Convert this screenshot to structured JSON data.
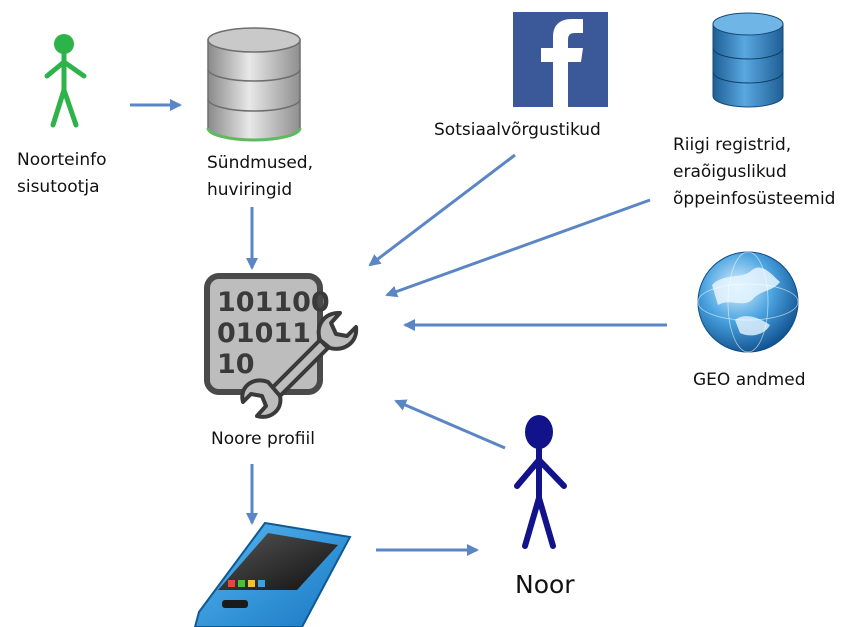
{
  "nodes": {
    "content_producer": {
      "lines": [
        "Noorteinfo",
        "sisutootja"
      ],
      "icon": "green-person-icon",
      "color": "#2db34a"
    },
    "events": {
      "lines": [
        "Sündmused,",
        "huviringid"
      ],
      "icon": "database-icon"
    },
    "social": {
      "lines": [
        "Sotsiaalvõrgustikud"
      ],
      "icon": "facebook-icon",
      "color": "#3b5998"
    },
    "registries": {
      "lines": [
        "Riigi registrid,",
        "eraõiguslikud",
        "õppeinfosüsteemid"
      ],
      "icon": "blue-database-icon"
    },
    "geo": {
      "lines": [
        "GEO andmed"
      ],
      "icon": "globe-icon"
    },
    "profile": {
      "lines": [
        "Noore profiil"
      ],
      "icon": "binary-wrench-icon",
      "binary": [
        "101100",
        "01011",
        "10"
      ]
    },
    "youth": {
      "label": "Noor",
      "icon": "navy-person-icon",
      "color": "#12128a"
    },
    "phone": {
      "icon": "smartphone-icon"
    }
  },
  "arrow_color": "#5b86c5"
}
